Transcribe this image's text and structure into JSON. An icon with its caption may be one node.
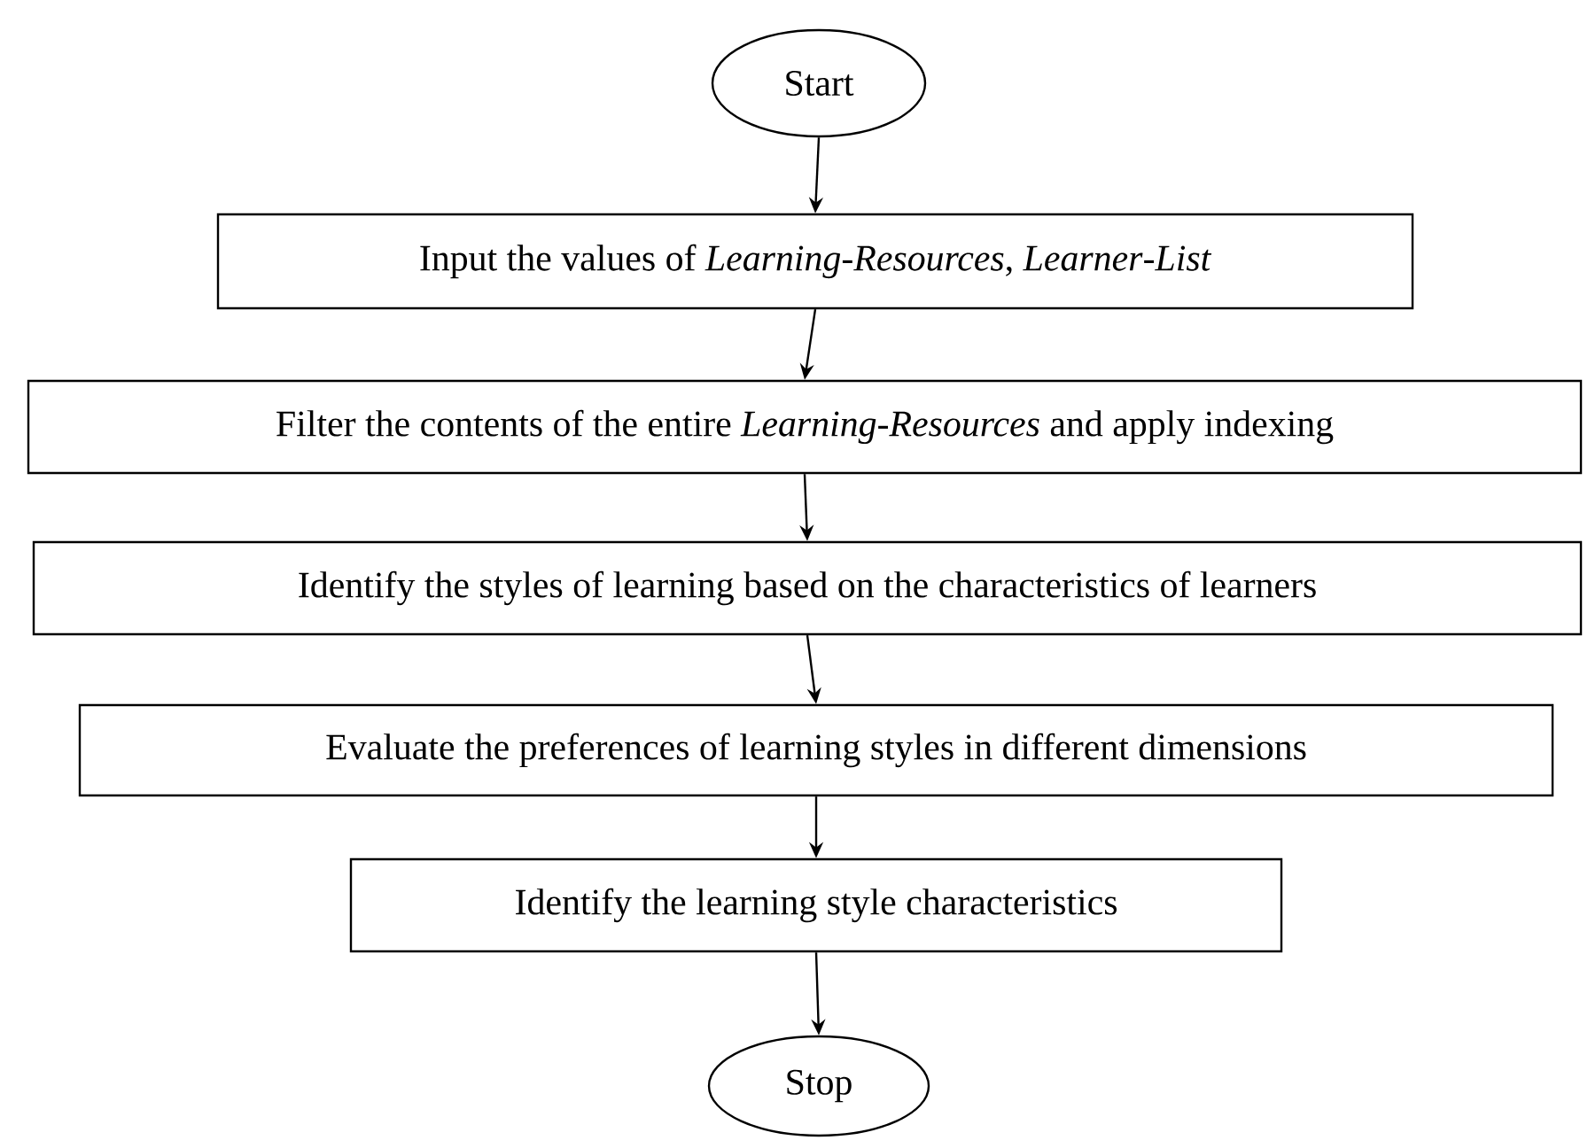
{
  "diagram": {
    "nodes": [
      {
        "text": [
          "Start"
        ]
      },
      {
        "text": [
          "Input the values of *Learning*-*Resources*, *Learner*-*List*"
        ]
      },
      {
        "text": [
          "Filter the contents of the entire *Learning*-*Resources* and apply indexing"
        ]
      },
      {
        "text": [
          "Identify the styles of learning based on the characteristics of learners"
        ]
      },
      {
        "text": [
          "Evaluate the preferences of learning styles in different dimensions"
        ]
      },
      {
        "text": [
          "Identify the learning style characteristics"
        ]
      },
      {
        "text": [
          "Stop"
        ]
      }
    ],
    "edges": [
      {
        "from": 0,
        "to": 1,
        "arrow": "to"
      },
      {
        "from": 1,
        "to": 2,
        "arrow": "to"
      },
      {
        "from": 2,
        "to": 3,
        "arrow": "to"
      },
      {
        "from": 3,
        "to": 4,
        "arrow": "to"
      },
      {
        "from": 4,
        "to": 5,
        "arrow": "to"
      },
      {
        "from": 5,
        "to": 6,
        "arrow": "to"
      }
    ]
  }
}
